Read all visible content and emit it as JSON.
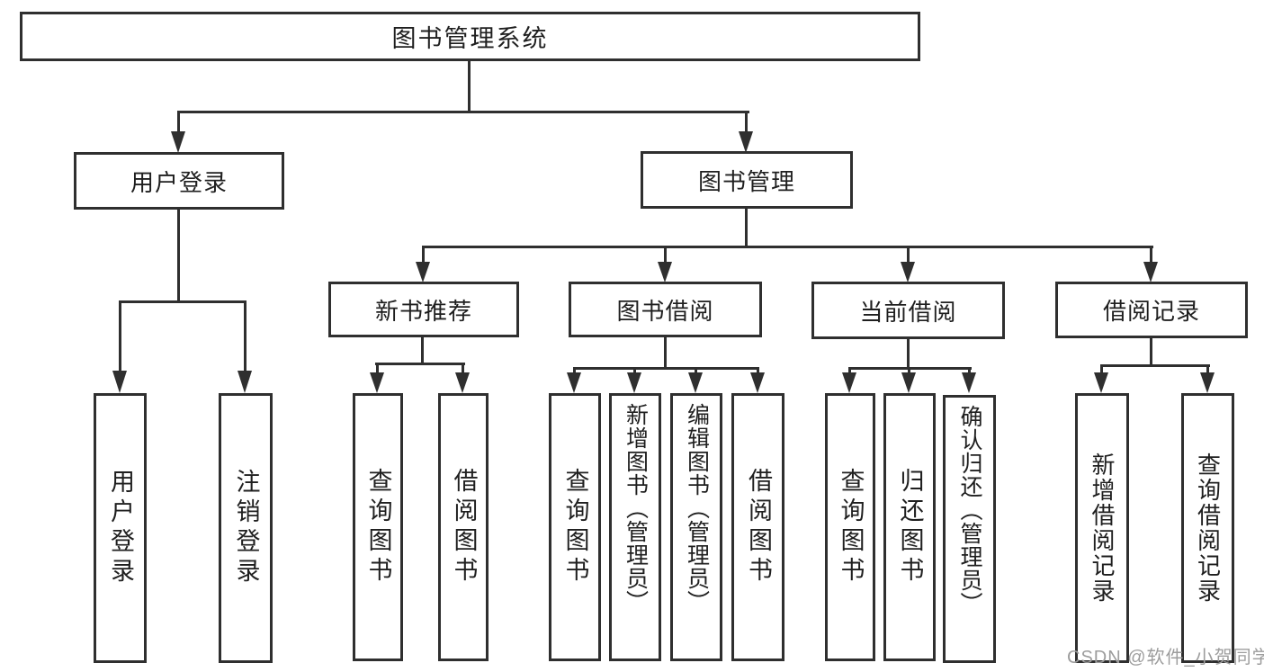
{
  "diagram": {
    "root": {
      "label": "图书管理系统"
    },
    "level1": {
      "user_login": {
        "label": "用户登录"
      },
      "book_mgmt": {
        "label": "图书管理"
      }
    },
    "level2": {
      "new_book_rec": {
        "label": "新书推荐"
      },
      "book_borrow": {
        "label": "图书借阅"
      },
      "current_borrow": {
        "label": "当前借阅"
      },
      "borrow_record": {
        "label": "借阅记录"
      }
    },
    "leaves": {
      "user_login_leaf": {
        "label": "用户登录"
      },
      "logout_leaf": {
        "label": "注销登录"
      },
      "rec_query_books": {
        "label": "查询图书"
      },
      "rec_borrow_books": {
        "label": "借阅图书"
      },
      "bb_query_books": {
        "label": "查询图书"
      },
      "bb_add_books": {
        "label": "新增图书（管理员）"
      },
      "bb_edit_books": {
        "label": "编辑图书（管理员）"
      },
      "bb_borrow_books": {
        "label": "借阅图书"
      },
      "cb_query_books": {
        "label": "查询图书"
      },
      "cb_return_books": {
        "label": "归还图书"
      },
      "cb_confirm_return": {
        "label": "确认归还（管理员）"
      },
      "br_add_record": {
        "label": "新增借阅记录"
      },
      "br_query_record": {
        "label": "查询借阅记录"
      }
    },
    "watermark": "CSDN @软件_小贺同学",
    "colors": {
      "line": "#2f2f2f",
      "text": "#1f1f1f",
      "watermark_text": "#9d9d9d",
      "background": "#ffffff"
    }
  }
}
